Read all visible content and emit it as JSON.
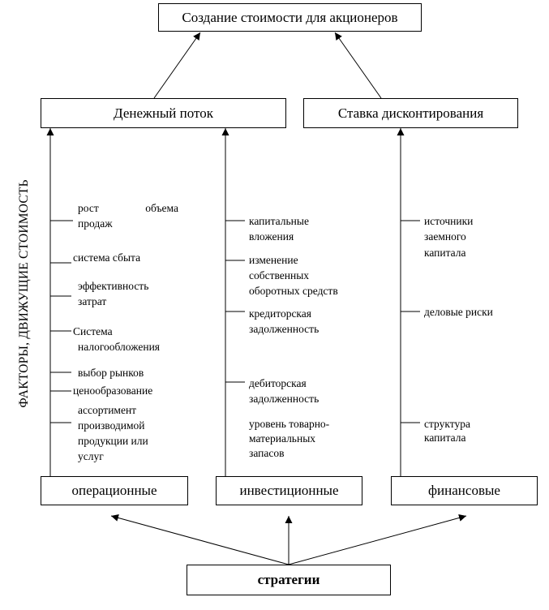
{
  "title": "Создание стоимости для акционеров",
  "cash_flow": "Денежный поток",
  "discount_rate": "Ставка дисконтирования",
  "vertical_label": "ФАКТОРЫ, ДВИЖУЩИЕ СТОИМОСТЬ",
  "operating": {
    "label": "операционные",
    "factors": {
      "f1a": "рост",
      "f1b": "объема",
      "f1c": "продаж",
      "f2": "система сбыта",
      "f3a": "эффективность",
      "f3b": "затрат",
      "f4a": "Система",
      "f4b": "налогообложения",
      "f5": "выбор рынков",
      "f6": "ценообразование",
      "f7a": "ассортимент",
      "f7b": "производимой",
      "f7c": "продукции или",
      "f7d": "услуг"
    }
  },
  "investing": {
    "label": "инвестиционные",
    "factors": {
      "f1a": "капитальные",
      "f1b": "вложения",
      "f2a": "изменение",
      "f2b": "собственных",
      "f2c": "оборотных средств",
      "f3a": "кредиторская",
      "f3b": "задолженность",
      "f4a": "дебиторская",
      "f4b": "задолженность",
      "f5a": "уровень товарно-",
      "f5b": "материальных",
      "f5c": "запасов"
    }
  },
  "financing": {
    "label": "финансовые",
    "factors": {
      "f1a": "источники",
      "f1b": "заемного",
      "f1c": "капитала",
      "f2": "деловые риски",
      "f3a": "структура",
      "f3b": "капитала"
    }
  },
  "strategy": "стратегии"
}
